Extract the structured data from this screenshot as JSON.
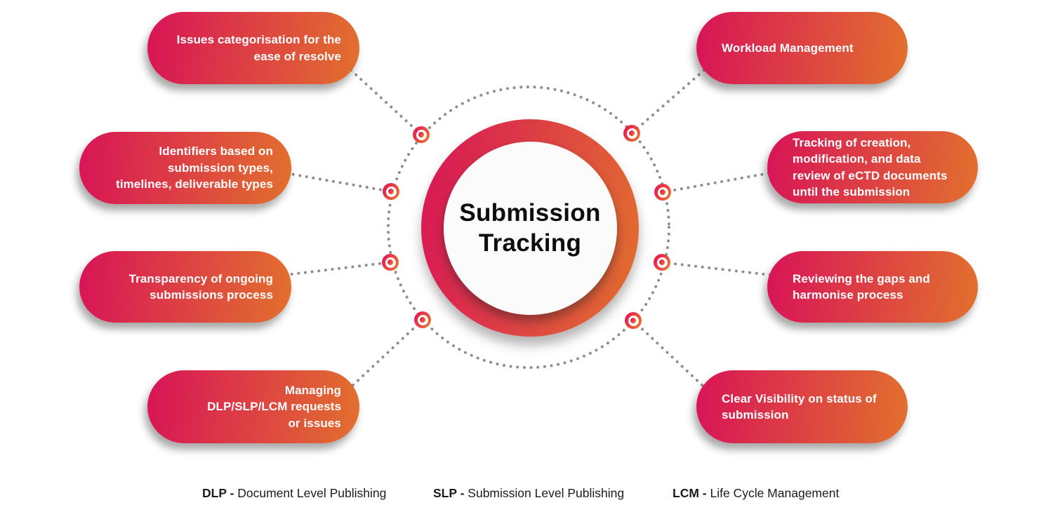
{
  "center": {
    "title": [
      "Submission",
      "Tracking"
    ]
  },
  "features": {
    "left": [
      {
        "lines": [
          "Issues categorisation for the",
          "ease of resolve"
        ]
      },
      {
        "lines": [
          "Identifiers based on",
          "submission types,",
          "timelines, deliverable types"
        ]
      },
      {
        "lines": [
          "Transparency of ongoing",
          "submissions process"
        ]
      },
      {
        "lines": [
          "Managing",
          "DLP/SLP/LCM requests",
          "or issues"
        ]
      }
    ],
    "right": [
      {
        "lines": [
          "Workload Management"
        ]
      },
      {
        "lines": [
          "Tracking of creation,",
          "modification, and data",
          "review of eCTD documents",
          "until the submission"
        ]
      },
      {
        "lines": [
          "Reviewing the gaps and",
          "harmonise process"
        ]
      },
      {
        "lines": [
          "Clear Visibility on status of",
          "submission"
        ]
      }
    ]
  },
  "legend": [
    {
      "abbr": "DLP -",
      "full": "Document Level Publishing"
    },
    {
      "abbr": "SLP -",
      "full": "Submission Level Publishing"
    },
    {
      "abbr": "LCM -",
      "full": "Life Cycle Management"
    }
  ],
  "colors": {
    "gradient_start": "#d81457",
    "gradient_end": "#e2702e",
    "connector_gray": "#8e8e8e",
    "pill_text": "#ffffff",
    "title_text": "#0d0d0d"
  }
}
